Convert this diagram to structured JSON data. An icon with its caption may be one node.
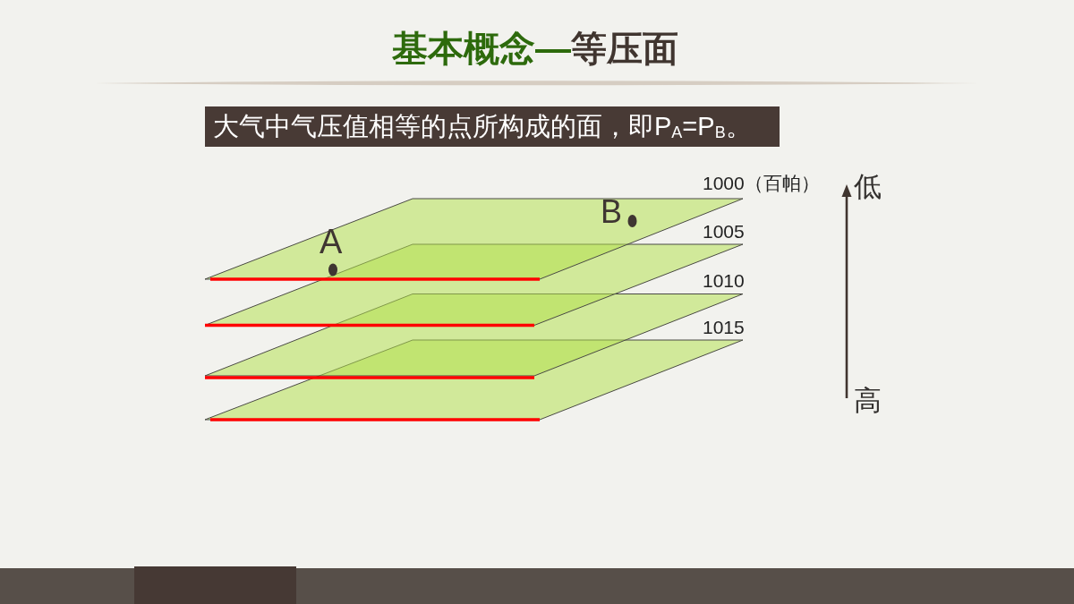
{
  "diagram": {
    "title": "基本概念—等压面",
    "nodes": [
      {
        "text": [
          "大气中气压值相等的点所构成的面，即P$_{A}$=P$_{B}$。"
        ]
      }
    ],
    "labels": [
      "1000（百帕）",
      "低",
      "B",
      "1005",
      "A",
      "1010",
      "1015",
      "高"
    ]
  }
}
